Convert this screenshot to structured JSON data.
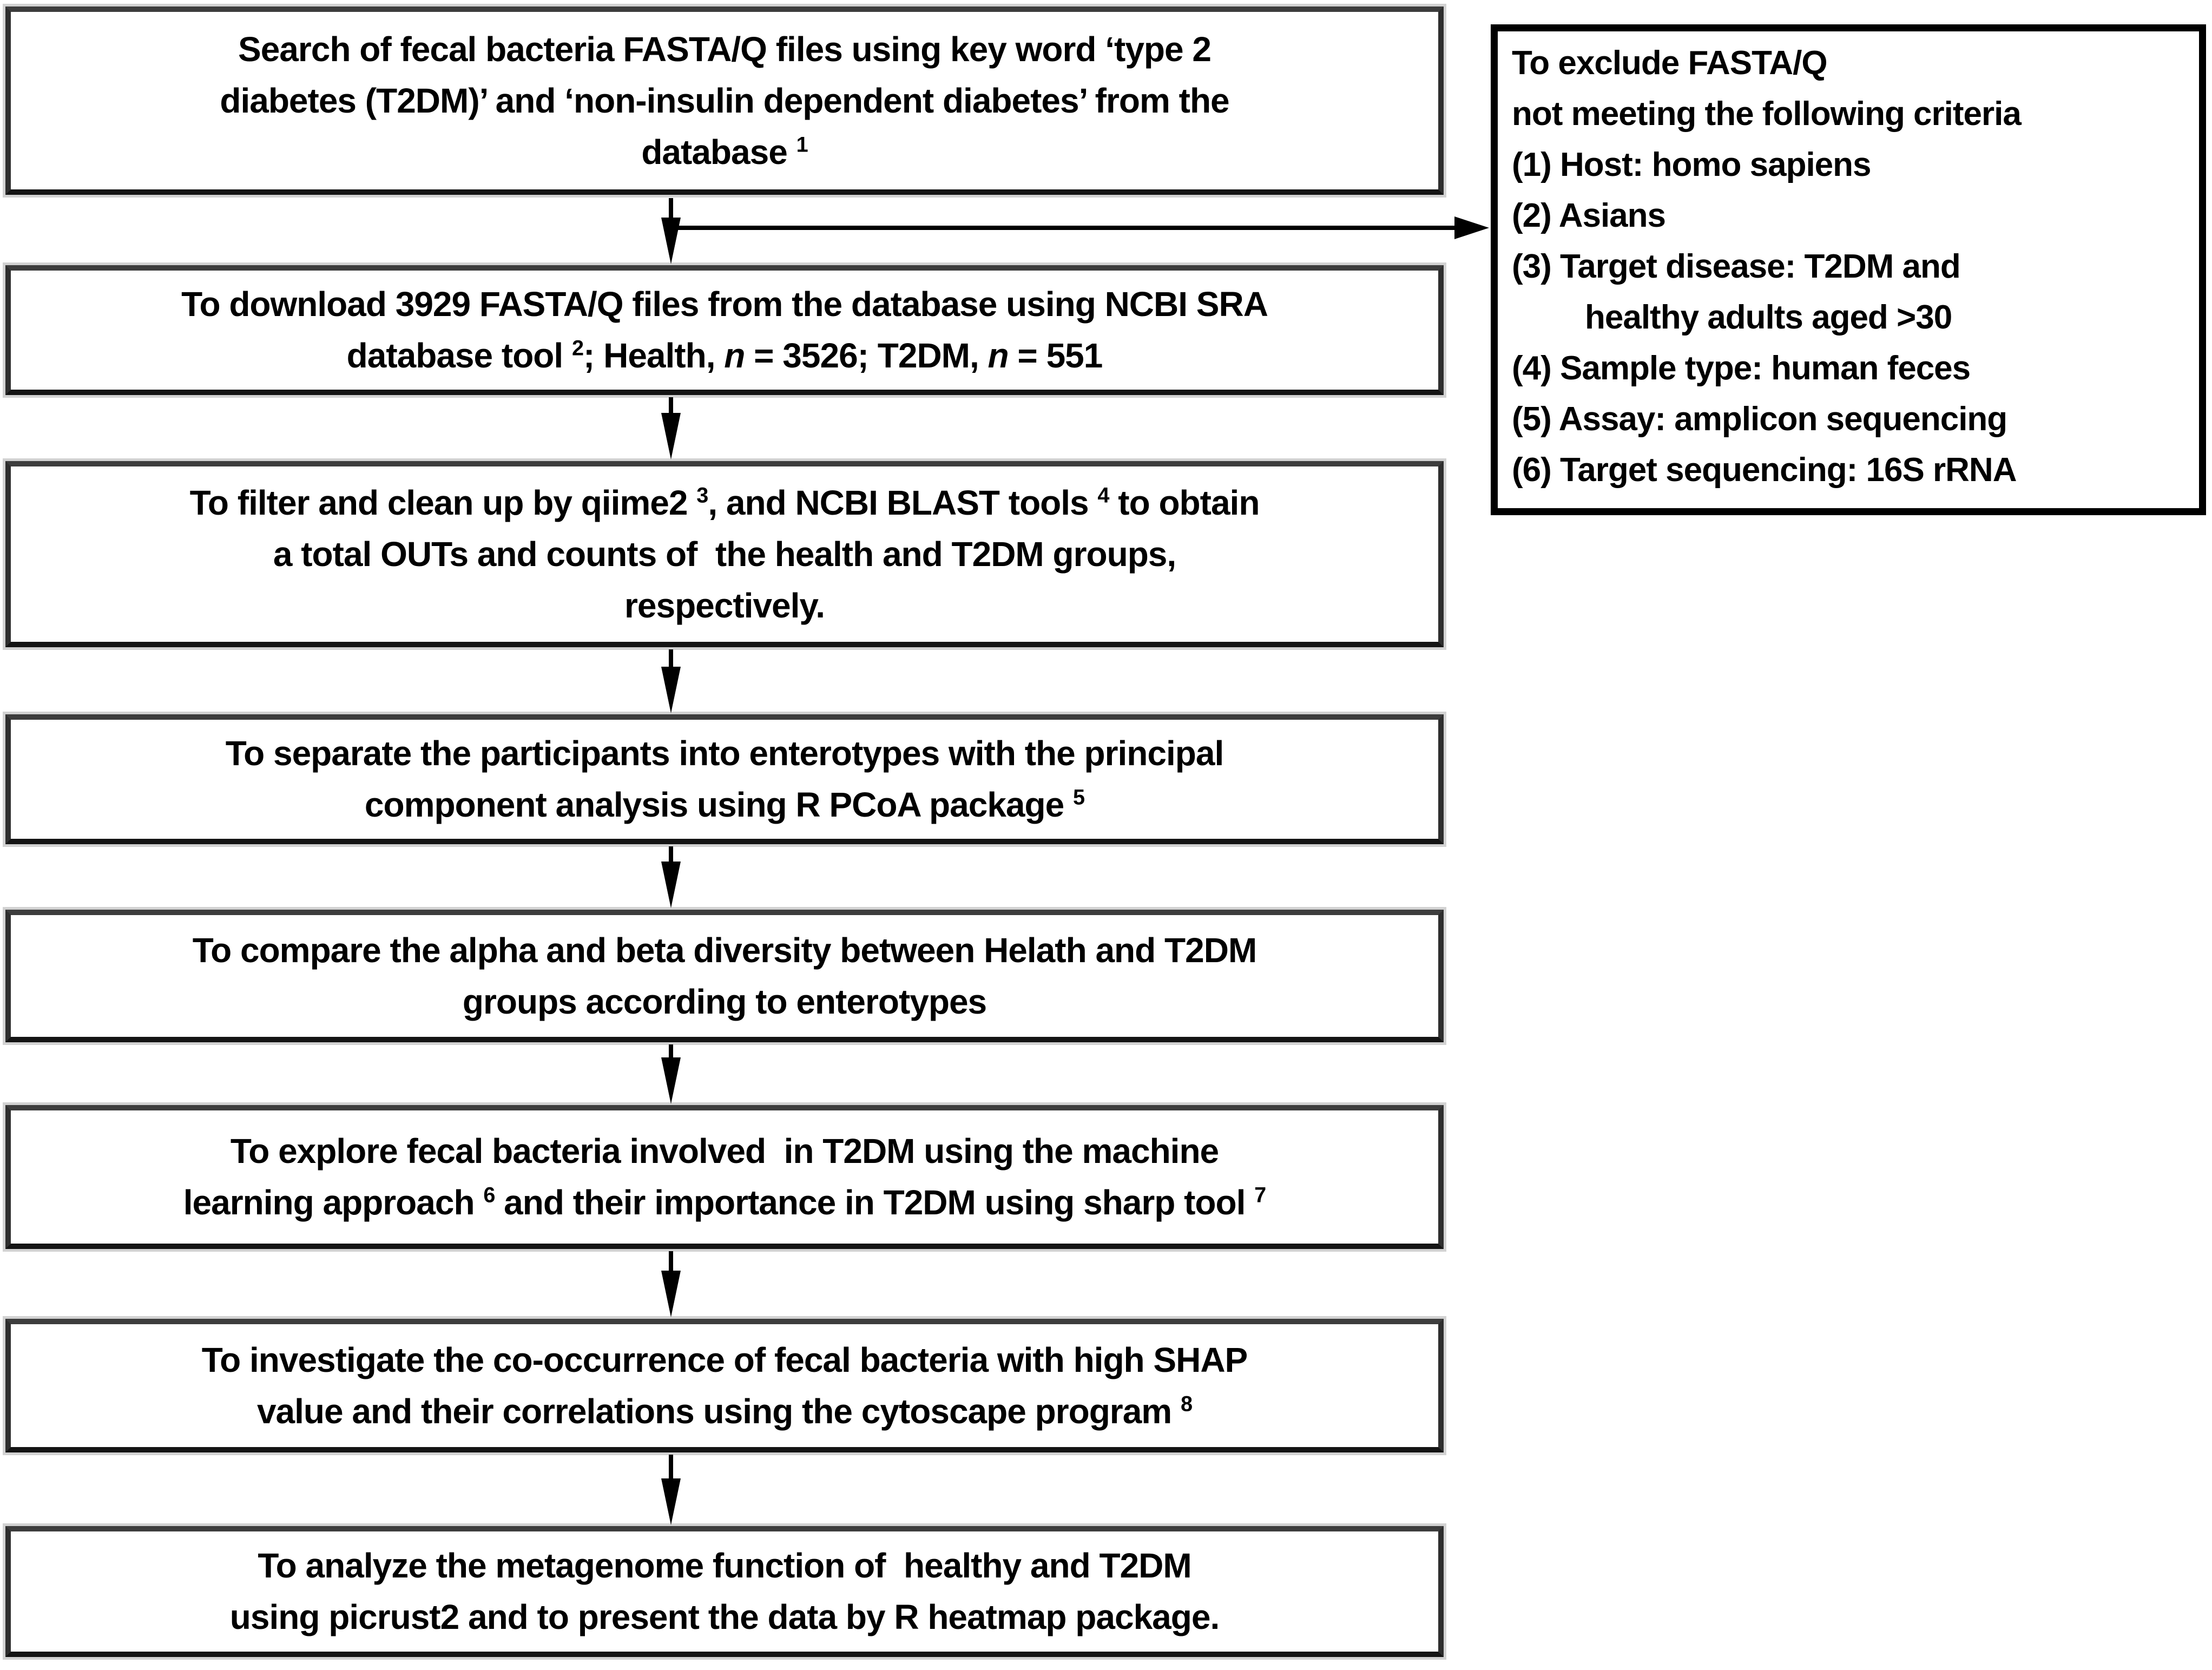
{
  "palette": {
    "background": "#ffffff",
    "flow_box_border": "#2e2e2e",
    "flow_box_halo": "#d2d2d2",
    "exclusion_box_border": "#000000",
    "arrow_color": "#000000",
    "text_color": "#000000"
  },
  "flow_boxes": [
    {
      "id": "search-database",
      "lines": [
        [
          {
            "t": "Search of fecal bacteria FASTA/Q files using key word ‘type 2"
          }
        ],
        [
          {
            "t": "diabetes (T2DM)’ and ‘non-insulin dependent diabetes’ from the"
          }
        ],
        [
          {
            "t": "database "
          },
          {
            "sup": "1"
          }
        ]
      ]
    },
    {
      "id": "download-files",
      "lines": [
        [
          {
            "t": "To download 3929 FASTA/Q files from the database using NCBI SRA"
          }
        ],
        [
          {
            "t": "database tool "
          },
          {
            "sup": "2"
          },
          {
            "t": "; Health, "
          },
          {
            "i": "n"
          },
          {
            "t": " = 3526; T2DM, "
          },
          {
            "i": "n"
          },
          {
            "t": " = 551"
          }
        ]
      ]
    },
    {
      "id": "filter-clean",
      "lines": [
        [
          {
            "t": "To filter and clean up by qiime2 "
          },
          {
            "sup": "3"
          },
          {
            "t": ", and NCBI BLAST tools "
          },
          {
            "sup": "4"
          },
          {
            "t": " to obtain"
          }
        ],
        [
          {
            "t": "a total OUTs and counts of  the health and T2DM groups,"
          }
        ],
        [
          {
            "t": "respectively."
          }
        ]
      ]
    },
    {
      "id": "separate-enterotypes",
      "lines": [
        [
          {
            "t": "To separate the participants into enterotypes with the principal"
          }
        ],
        [
          {
            "t": "component analysis using R PCoA package "
          },
          {
            "sup": "5"
          }
        ]
      ]
    },
    {
      "id": "compare-diversity",
      "lines": [
        [
          {
            "t": "To compare the alpha and beta diversity between Helath and T2DM"
          }
        ],
        [
          {
            "t": "groups according to enterotypes"
          }
        ]
      ]
    },
    {
      "id": "machine-learning",
      "lines": [
        [
          {
            "t": "To explore fecal bacteria involved  in T2DM using the machine"
          }
        ],
        [
          {
            "t": "learning approach "
          },
          {
            "sup": "6"
          },
          {
            "t": " and their importance in T2DM using sharp tool "
          },
          {
            "sup": "7"
          }
        ]
      ]
    },
    {
      "id": "co-occurrence",
      "lines": [
        [
          {
            "t": "To investigate the co-occurrence of fecal bacteria with high SHAP"
          }
        ],
        [
          {
            "t": "value and their correlations using the cytoscape program "
          },
          {
            "sup": "8"
          }
        ]
      ]
    },
    {
      "id": "metagenome-function",
      "lines": [
        [
          {
            "t": "To analyze the metagenome function of  healthy and T2DM"
          }
        ],
        [
          {
            "t": "using picrust2 and to present the data by R heatmap package."
          }
        ]
      ]
    }
  ],
  "exclusion_box": {
    "lines": [
      [
        {
          "t": "To exclude FASTA/Q"
        }
      ],
      [
        {
          "t": "not meeting the following criteria"
        }
      ],
      [
        {
          "t": "(1) Host: homo sapiens"
        }
      ],
      [
        {
          "t": "(2) Asians"
        }
      ],
      [
        {
          "t": "(3) Target disease: T2DM and"
        }
      ],
      [
        {
          "t": "healthy adults aged >30",
          "ind": true
        }
      ],
      [
        {
          "t": "(4) Sample type: human feces"
        }
      ],
      [
        {
          "t": "(5) Assay: amplicon sequencing"
        }
      ],
      [
        {
          "t": "(6) Target sequencing: 16S rRNA"
        }
      ]
    ]
  }
}
